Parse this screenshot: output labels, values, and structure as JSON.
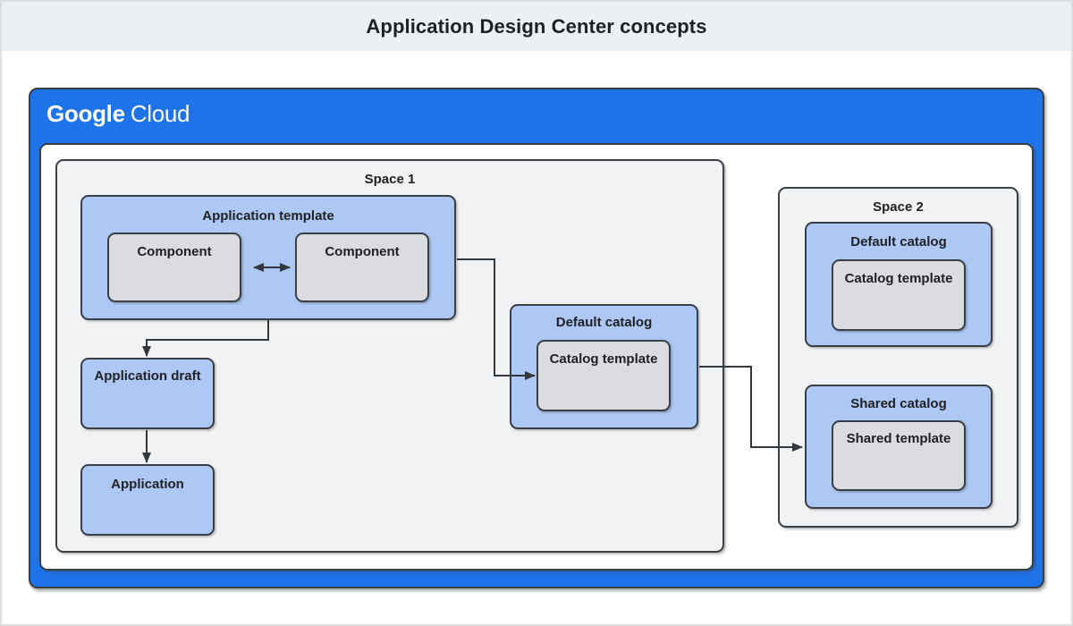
{
  "page": {
    "title": "Application Design Center concepts"
  },
  "diagram": {
    "brand": {
      "google": "Google",
      "cloud": "Cloud"
    },
    "space1": {
      "label": "Space 1",
      "application_template": {
        "label": "Application template",
        "components": [
          "Component",
          "Component"
        ]
      },
      "application_draft": {
        "label": "Application draft"
      },
      "application": {
        "label": "Application"
      },
      "default_catalog": {
        "label": "Default catalog",
        "template_label": "Catalog template"
      }
    },
    "space2": {
      "label": "Space 2",
      "default_catalog": {
        "label": "Default catalog",
        "template_label": "Catalog template"
      },
      "shared_catalog": {
        "label": "Shared catalog",
        "template_label": "Shared template"
      }
    }
  },
  "colors": {
    "google_blue": "#1f73e8",
    "node_blue": "#adc8f5",
    "node_gray": "#dadcdf",
    "space_gray": "#f1f2f4",
    "border_dark": "#3a3f45",
    "header_gray": "#edf0f2",
    "text_dark": "#202124",
    "logo_text": "#ffffff"
  }
}
